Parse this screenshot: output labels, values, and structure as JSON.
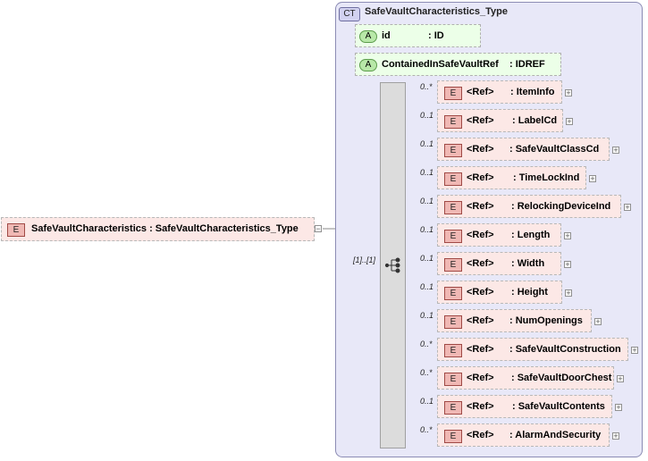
{
  "root": {
    "badge": "E",
    "label": "SafeVaultCharacteristics : SafeVaultCharacteristics_Type"
  },
  "complex_type": {
    "badge": "CT",
    "title": "SafeVaultCharacteristics_Type"
  },
  "attributes": [
    {
      "badge": "A",
      "name": "id",
      "type": ": ID"
    },
    {
      "badge": "A",
      "name": "ContainedInSafeVaultRef",
      "type": ": IDREF"
    }
  ],
  "sequence": {
    "cardinality": "[1]..[1]"
  },
  "elements": [
    {
      "card": "0..*",
      "badge": "E",
      "ref": "<Ref>",
      "name": ": ItemInfo"
    },
    {
      "card": "0..1",
      "badge": "E",
      "ref": "<Ref>",
      "name": ": LabelCd"
    },
    {
      "card": "0..1",
      "badge": "E",
      "ref": "<Ref>",
      "name": ": SafeVaultClassCd"
    },
    {
      "card": "0..1",
      "badge": "E",
      "ref": "<Ref>",
      "name": ": TimeLockInd"
    },
    {
      "card": "0..1",
      "badge": "E",
      "ref": "<Ref>",
      "name": ": RelockingDeviceInd"
    },
    {
      "card": "0..1",
      "badge": "E",
      "ref": "<Ref>",
      "name": ": Length"
    },
    {
      "card": "0..1",
      "badge": "E",
      "ref": "<Ref>",
      "name": ": Width"
    },
    {
      "card": "0..1",
      "badge": "E",
      "ref": "<Ref>",
      "name": ": Height"
    },
    {
      "card": "0..1",
      "badge": "E",
      "ref": "<Ref>",
      "name": ": NumOpenings"
    },
    {
      "card": "0..*",
      "badge": "E",
      "ref": "<Ref>",
      "name": ": SafeVaultConstruction"
    },
    {
      "card": "0..*",
      "badge": "E",
      "ref": "<Ref>",
      "name": ": SafeVaultDoorChest"
    },
    {
      "card": "0..1",
      "badge": "E",
      "ref": "<Ref>",
      "name": ": SafeVaultContents"
    },
    {
      "card": "0..*",
      "badge": "E",
      "ref": "<Ref>",
      "name": ": AlarmAndSecurity"
    }
  ]
}
